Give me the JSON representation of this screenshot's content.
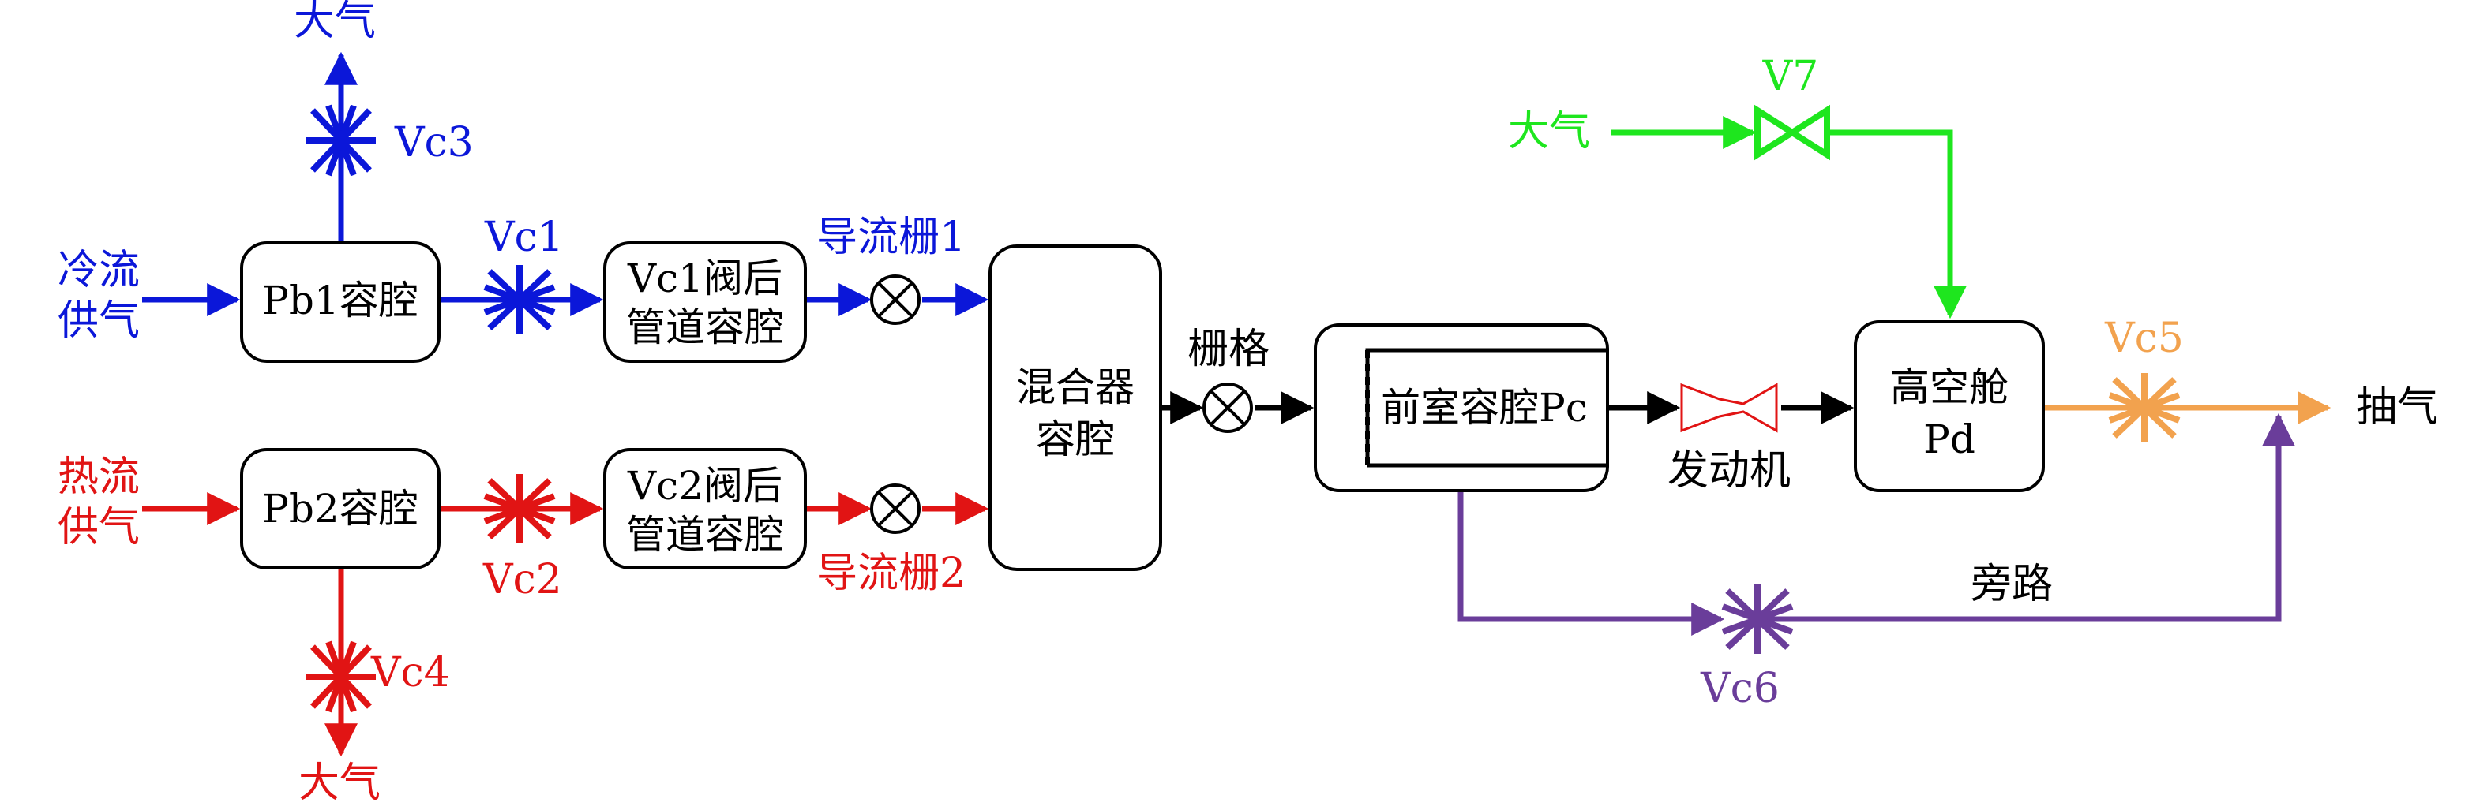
{
  "colors": {
    "cold": "#0b17d9",
    "hot": "#e11414",
    "v7_line": "#1ee61e",
    "vc5_line": "#f2a24e",
    "bypass": "#6a3d9a",
    "main": "#000000"
  },
  "labels": {
    "cold_supply_1": "冷流",
    "cold_supply_2": "供气",
    "hot_supply_1": "热流",
    "hot_supply_2": "供气",
    "atm_top": "大气",
    "atm_bottom": "大气",
    "atm_v7": "大气",
    "vc1": "Vc1",
    "vc2": "Vc2",
    "vc3": "Vc3",
    "vc4": "Vc4",
    "vc5": "Vc5",
    "vc6": "Vc6",
    "v7": "V7",
    "grid1": "导流栅1",
    "grid2": "导流栅2",
    "grille": "栅格",
    "engine": "发动机",
    "bypass": "旁路",
    "exhaust": "抽气"
  },
  "boxes": {
    "pb1": "Pb1容腔",
    "pb2": "Pb2容腔",
    "vc1_after_1": "Vc1阀后",
    "vc1_after_2": "管道容腔",
    "vc2_after_1": "Vc2阀后",
    "vc2_after_2": "管道容腔",
    "mixer_1": "混合器",
    "mixer_2": "容腔",
    "prechamber": "前室容腔Pc",
    "altitude_1": "高空舱",
    "altitude_2": "Pd"
  }
}
